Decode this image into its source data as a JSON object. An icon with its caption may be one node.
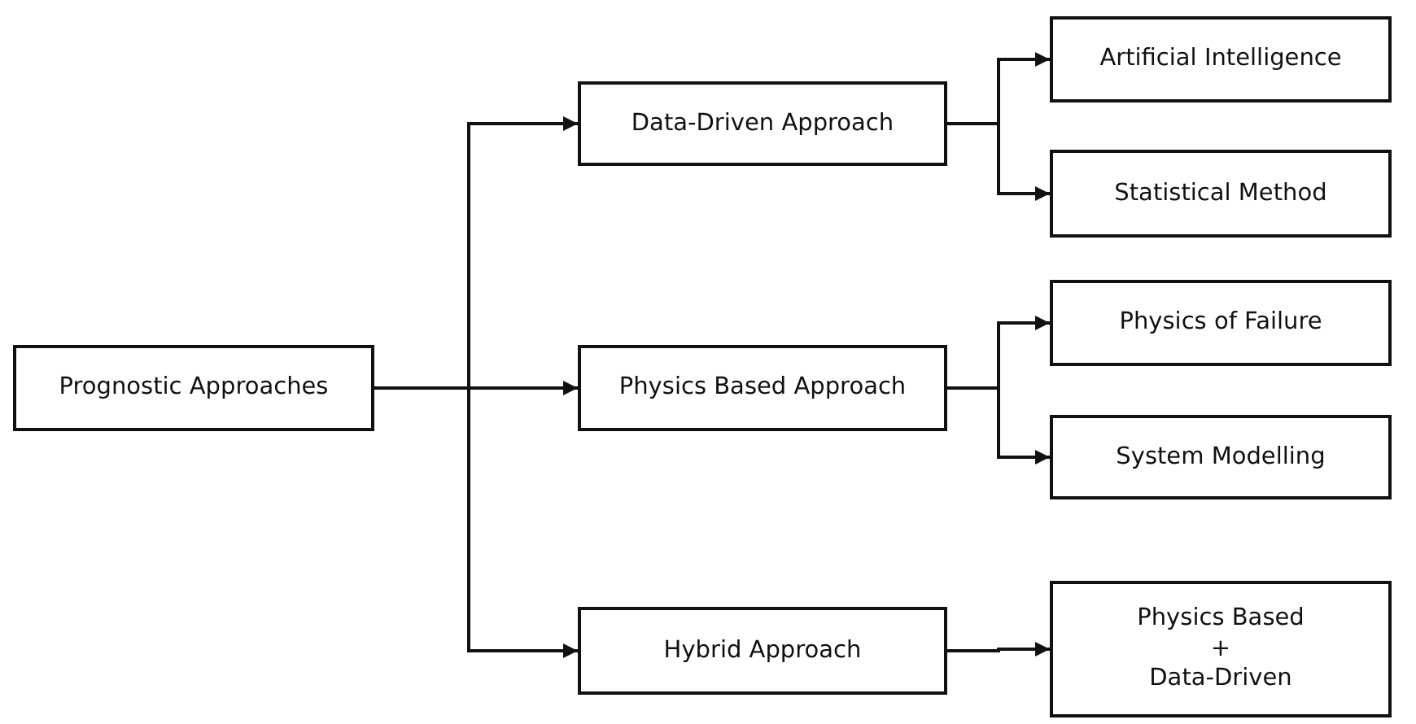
{
  "diagram": {
    "nodes": [
      {
        "text": [
          "Prognostic Approaches"
        ]
      },
      {
        "text": [
          "Data-Driven Approach"
        ]
      },
      {
        "text": [
          "Physics Based Approach"
        ]
      },
      {
        "text": [
          "Hybrid Approach"
        ]
      },
      {
        "text": [
          "Artificial Intelligence"
        ]
      },
      {
        "text": [
          "Statistical Method"
        ]
      },
      {
        "text": [
          "Physics of Failure"
        ]
      },
      {
        "text": [
          "System Modelling"
        ]
      },
      {
        "text": [
          "Physics Based",
          "+",
          "Data-Driven"
        ]
      }
    ],
    "edges": [
      {
        "from": 0,
        "to": 1,
        "arrow": "to"
      },
      {
        "from": 0,
        "to": 2,
        "arrow": "to"
      },
      {
        "from": 0,
        "to": 3,
        "arrow": "to"
      },
      {
        "from": 1,
        "to": 4,
        "arrow": "to"
      },
      {
        "from": 1,
        "to": 5,
        "arrow": "to"
      },
      {
        "from": 2,
        "to": 6,
        "arrow": "to"
      },
      {
        "from": 2,
        "to": 7,
        "arrow": "to"
      },
      {
        "from": 3,
        "to": 8,
        "arrow": "to"
      }
    ]
  }
}
